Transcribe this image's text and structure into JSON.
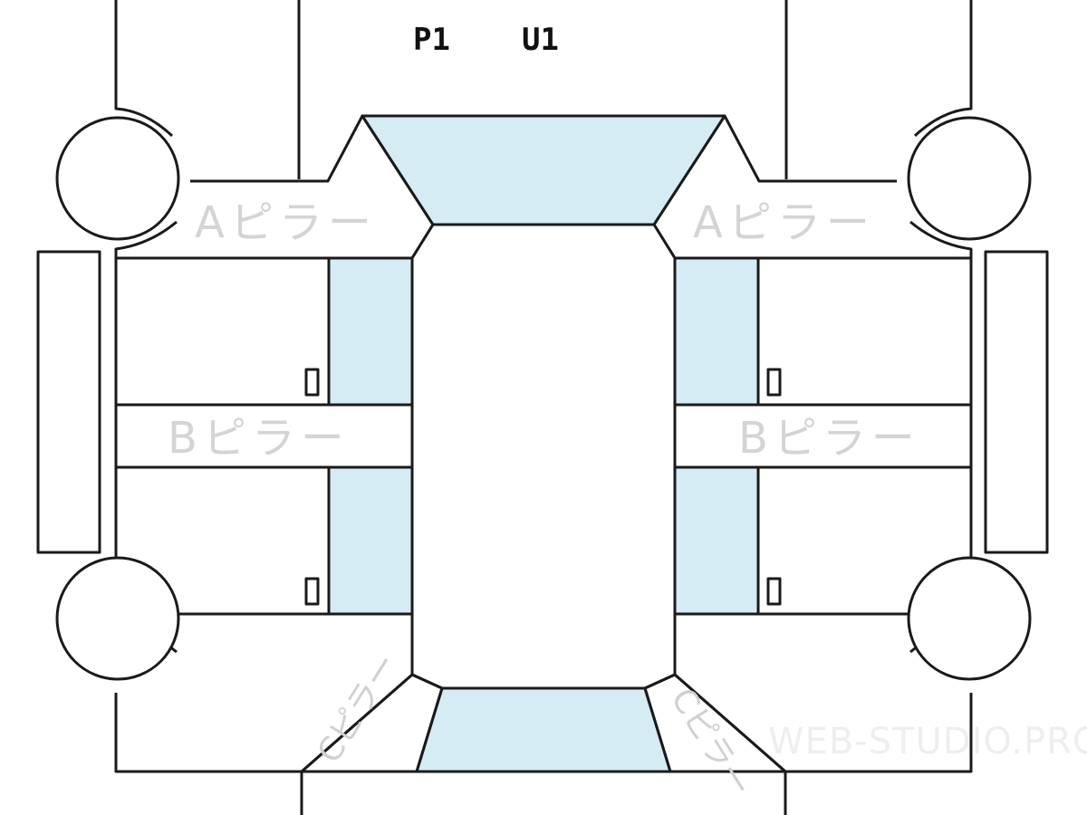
{
  "codes": {
    "p": "P1",
    "u": "U1"
  },
  "labels": {
    "a_pillar": "Aピラー",
    "b_pillar": "Bピラー",
    "c_pillar": "Cピラー"
  },
  "watermark": "WEB-STUDIO.PRO",
  "colors": {
    "glass": "#d6ecf4",
    "label": "#d4d4d4",
    "line": "#1a1a1a"
  }
}
